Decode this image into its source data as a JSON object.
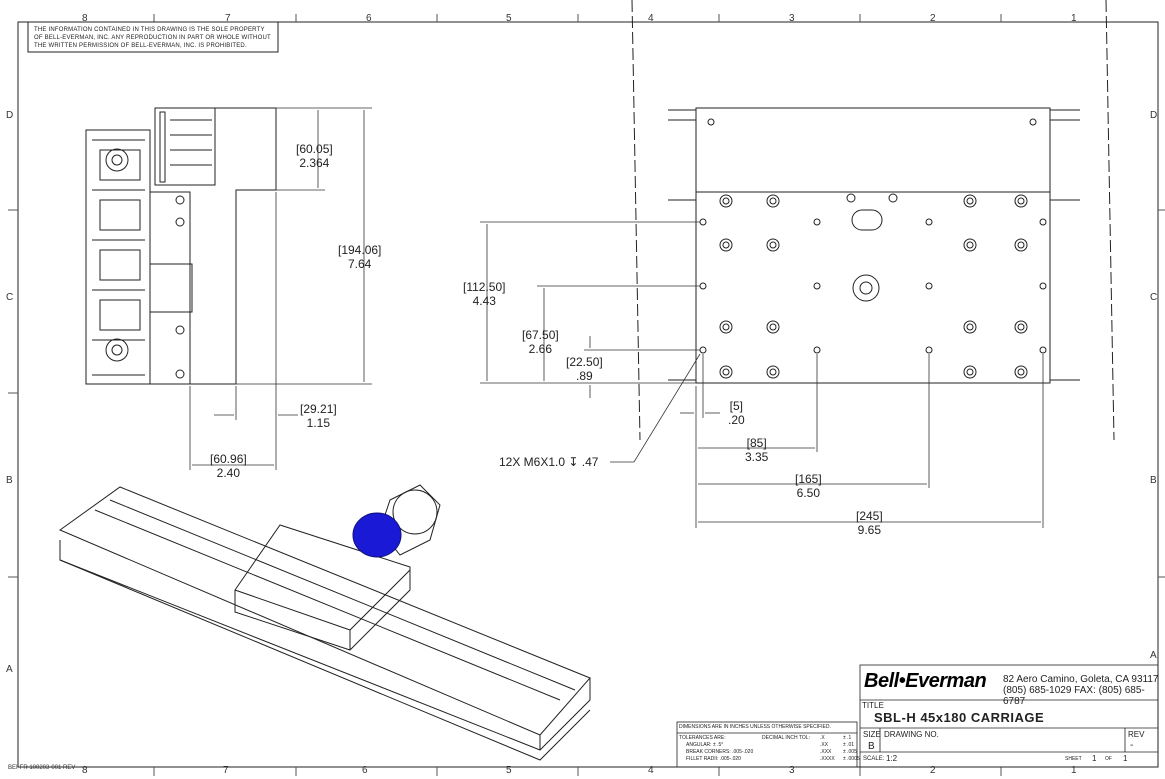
{
  "sheet": {
    "zones_top": [
      "8",
      "7",
      "6",
      "5",
      "4",
      "3",
      "2",
      "1"
    ],
    "zones_bottom": [
      "8",
      "7",
      "6",
      "5",
      "4",
      "3",
      "2",
      "1"
    ],
    "rows_left": [
      "D",
      "C",
      "B",
      "A"
    ],
    "rows_right": [
      "D",
      "C",
      "B",
      "A"
    ],
    "proprietary_notice": "THE INFORMATION CONTAINED IN THIS DRAWING IS THE SOLE PROPERTY OF BELL-EVERMAN, INC. ANY REPRODUCTION IN PART OR WHOLE WITHOUT THE WRITTEN PERMISSION OF BELL-EVERMAN, INC. IS PROHIBITED.",
    "document_number": "BEI-FR 100203-001 REV"
  },
  "side_view": {
    "dim_height_top": {
      "mm": "[60.05]",
      "inch": "2.364"
    },
    "dim_height_total": {
      "mm": "[194.06]",
      "inch": "7.64"
    },
    "dim_offset": {
      "mm": "[29.21]",
      "inch": "1.15"
    },
    "dim_width": {
      "mm": "[60.96]",
      "inch": "2.40"
    }
  },
  "top_view": {
    "dim_v_112": {
      "mm": "[112.50]",
      "inch": "4.43"
    },
    "dim_v_67": {
      "mm": "[67.50]",
      "inch": "2.66"
    },
    "dim_v_22": {
      "mm": "[22.50]",
      "inch": ".89"
    },
    "dim_h_5": {
      "mm": "[5]",
      "inch": ".20"
    },
    "dim_h_85": {
      "mm": "[85]",
      "inch": "3.35"
    },
    "dim_h_165": {
      "mm": "[165]",
      "inch": "6.50"
    },
    "dim_h_245": {
      "mm": "[245]",
      "inch": "9.65"
    },
    "hole_callout": "12X M6X1.0 ↧ .47"
  },
  "title_block": {
    "company_logo": "Bell•Everman",
    "address_line1": "82 Aero Camino, Goleta, CA 93117",
    "address_line2": "(805) 685-1029 FAX: (805) 685-6787",
    "title_label": "TITLE",
    "title": "SBL-H 45x180 CARRIAGE",
    "size_label": "SIZE",
    "size_value": "B",
    "drawing_no_label": "DRAWING NO.",
    "rev_label": "REV",
    "rev_value": "-",
    "scale_label": "SCALE:",
    "scale_value": "1:2",
    "sheet_label": "SHEET",
    "sheet_value": "1",
    "of_label": "OF",
    "of_value": "1",
    "tolerance_header": "DIMENSIONS ARE IN INCHES UNLESS OTHERWISE SPECIFIED.",
    "tolerances_label": "TOLERANCES ARE:",
    "decimal_label": "DECIMAL INCH TOL:",
    "angular": "ANGULAR: ± .5°",
    "break_corners": "BREAK CORNERS: .005-.020",
    "fillet_radii": "FILLET RADII: .005-.020",
    "tol_x": ".X",
    "tol_x_val": "± .1",
    "tol_xx": ".XX",
    "tol_xx_val": "± .01",
    "tol_xxx": ".XXX",
    "tol_xxx_val": "± .005",
    "tol_xxxx": ".XXXX",
    "tol_xxxx_val": "± .0005"
  },
  "colors": {
    "line": "#222222",
    "motor_blue": "#1a1ad6",
    "paper": "#ffffff"
  }
}
